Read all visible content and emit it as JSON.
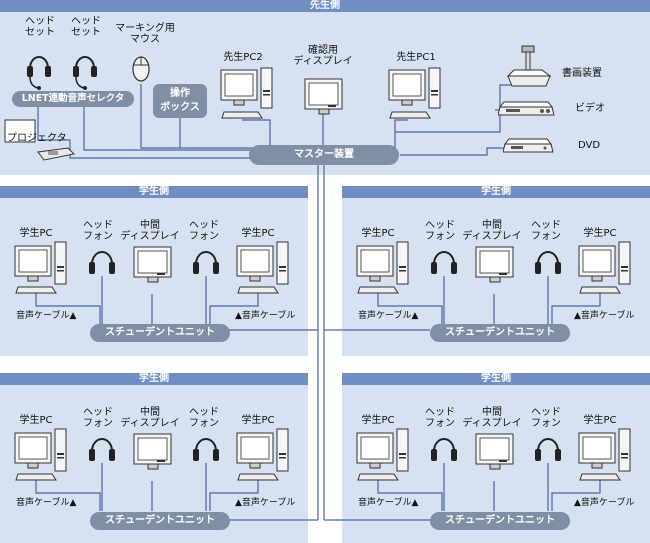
{
  "teacher": {
    "title": "先生側",
    "headset1": "ヘッド\nセット",
    "headset2": "ヘッド\nセット",
    "mouse": "マーキング用\nマウス",
    "lnet": "LNET連動音声セレクタ",
    "control_box": "操作\nボックス",
    "pc2": "先生PC2",
    "confirm_display": "確認用\nディスプレイ",
    "pc1": "先生PC1",
    "doc_camera": "書画装置",
    "video": "ビデオ",
    "dvd": "DVD",
    "projector": "プロジェクタ",
    "master": "マスター装置"
  },
  "student_panels": [
    {
      "title": "学生側",
      "pc_left": "学生PC",
      "headphone_left": "ヘッド\nフォン",
      "mid_display": "中間\nディスプレイ",
      "headphone_right": "ヘッド\nフォン",
      "pc_right": "学生PC",
      "cable_left": "音声ケーブル▲",
      "cable_right": "▲音声ケーブル",
      "unit": "スチューデントユニット"
    },
    {
      "title": "学生側",
      "pc_left": "学生PC",
      "headphone_left": "ヘッド\nフォン",
      "mid_display": "中間\nディスプレイ",
      "headphone_right": "ヘッド\nフォン",
      "pc_right": "学生PC",
      "cable_left": "音声ケーブル▲",
      "cable_right": "▲音声ケーブル",
      "unit": "スチューデントユニット"
    },
    {
      "title": "学生側",
      "pc_left": "学生PC",
      "headphone_left": "ヘッド\nフォン",
      "mid_display": "中間\nディスプレイ",
      "headphone_right": "ヘッド\nフォン",
      "pc_right": "学生PC",
      "cable_left": "音声ケーブル▲",
      "cable_right": "▲音声ケーブル",
      "unit": "スチューデントユニット"
    },
    {
      "title": "学生側",
      "pc_left": "学生PC",
      "headphone_left": "ヘッド\nフォン",
      "mid_display": "中間\nディスプレイ",
      "headphone_right": "ヘッド\nフォン",
      "pc_right": "学生PC",
      "cable_left": "音声ケーブル▲",
      "cable_right": "▲音声ケーブル",
      "unit": "スチューデントユニット"
    }
  ],
  "colors": {
    "panel_bg": "#d6e2f2",
    "header_bg": "#6f8fc3",
    "pill_bg": "#7f8fa6",
    "wire": "#4a63a8"
  }
}
